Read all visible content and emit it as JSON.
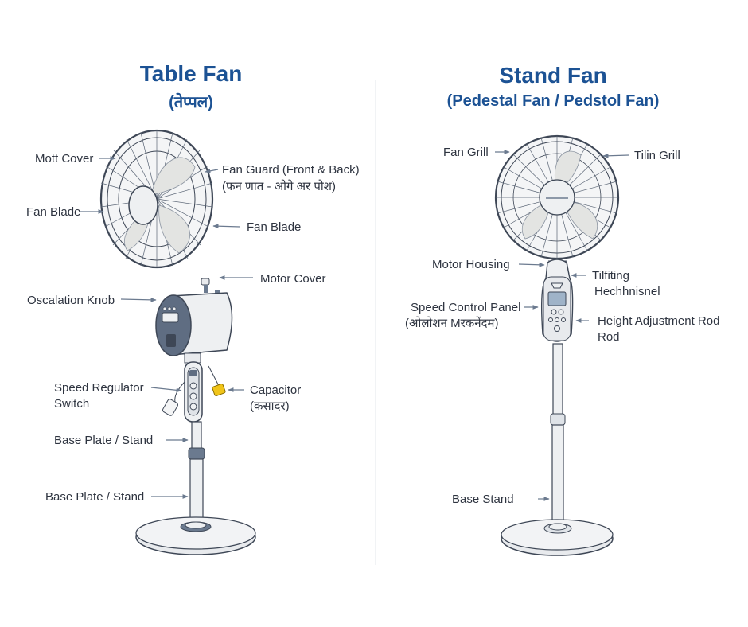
{
  "table_fan": {
    "title": "Table Fan",
    "subtitle": "(तेप्पल)",
    "labels": {
      "mott_cover": "Mott Cover",
      "fan_guard": "Fan Guard (Front & Back)",
      "fan_guard_hindi": "(फन णात - ओगे अर पोश)",
      "fan_blade_left": "Fan Blade",
      "fan_blade_right": "Fan Blade",
      "motor_cover": "Motor Cover",
      "oscillation_knob": "Oscalation Knob",
      "speed_regulator_1": "Speed Regulator",
      "speed_regulator_2": "Switch",
      "capacitor": "Capacitor",
      "capacitor_hindi": "(कसादर)",
      "base_plate_1": "Base Plate / Stand",
      "base_plate_2": "Base Plate / Stand"
    }
  },
  "stand_fan": {
    "title": "Stand Fan",
    "subtitle": "(Pedestal Fan / Pedstol Fan)",
    "labels": {
      "fan_grill": "Fan Grill",
      "tilin_grill": "Tilin Grill",
      "motor_housing": "Motor Housing",
      "tilting_1": "Tilfiting",
      "tilting_2": "Hechhnisnel",
      "speed_panel": "Speed Control Panel",
      "speed_panel_hindi": "(ओलोशन Mरकनेंदम)",
      "height_rod_1": "Height Adjustment Rod",
      "height_rod_2": "Rod",
      "base_stand": "Base Stand"
    }
  },
  "colors": {
    "title": "#1c5294",
    "outline": "#3e4756",
    "metal": "#e8eaed",
    "accent_gray": "#6b7a8f",
    "capacitor": "#f0c419"
  }
}
